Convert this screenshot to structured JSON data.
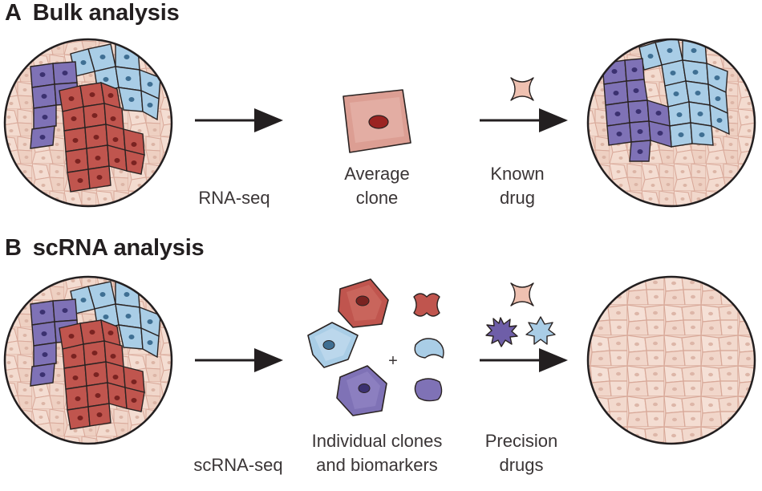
{
  "panels": [
    {
      "letter": "A",
      "title": "Bulk analysis",
      "step1_label": "RNA-seq",
      "middle_label": [
        "Average",
        "clone"
      ],
      "step2_label": [
        "Known",
        "drug"
      ]
    },
    {
      "letter": "B",
      "title": "scRNA analysis",
      "step1_label": "scRNA-seq",
      "middle_label": [
        "Individual clones",
        "and biomarkers"
      ],
      "step2_label": [
        "Precision",
        "drugs"
      ],
      "plus": "+"
    }
  ],
  "colors": {
    "red_clone": "#c0554e",
    "blue_clone": "#a9cde6",
    "purple_clone": "#7f72b6",
    "tissue": "#edd0c3",
    "outline": "#2a2322"
  }
}
